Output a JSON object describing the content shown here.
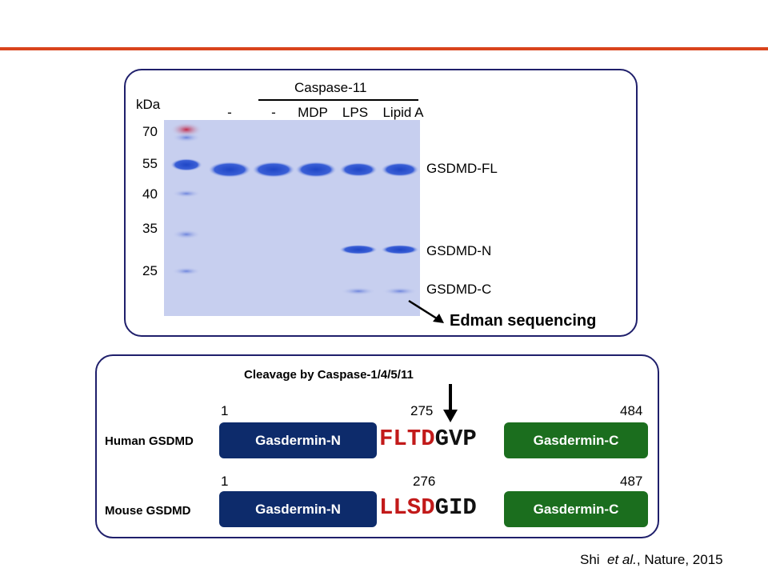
{
  "gel": {
    "kda_label": "kDa",
    "markers": [
      "70",
      "55",
      "40",
      "35",
      "25"
    ],
    "enzyme_header": "Caspase-11",
    "lanes": [
      "-",
      "-",
      "MDP",
      "LPS",
      "Lipid A"
    ],
    "bands": [
      "GSDMD-FL",
      "GSDMD-N",
      "GSDMD-C"
    ],
    "annotation": "Edman sequencing"
  },
  "domains": {
    "cleavage_label": "Cleavage by Caspase-1/4/5/11",
    "rows": [
      {
        "species": "Human GSDMD",
        "start": "1",
        "site": "275",
        "end": "484",
        "n_label": "Gasdermin-N",
        "c_label": "Gasdermin-C",
        "seq_red": "FLTD",
        "seq_black": "GVP"
      },
      {
        "species": "Mouse GSDMD",
        "start": "1",
        "site": "276",
        "end": "487",
        "n_label": "Gasdermin-N",
        "c_label": "Gasdermin-C",
        "seq_red": "LLSD",
        "seq_black": "GID"
      }
    ]
  },
  "citation": {
    "author": "Shi",
    "etal": "et al.",
    "rest": ", Nature, 2015"
  },
  "colors": {
    "accent_line": "#d9441c",
    "panel_border": "#1f1f6b",
    "n_domain": "#0d2b6b",
    "c_domain": "#1b6e1e",
    "cleavage_residues": "#c21a1a"
  }
}
